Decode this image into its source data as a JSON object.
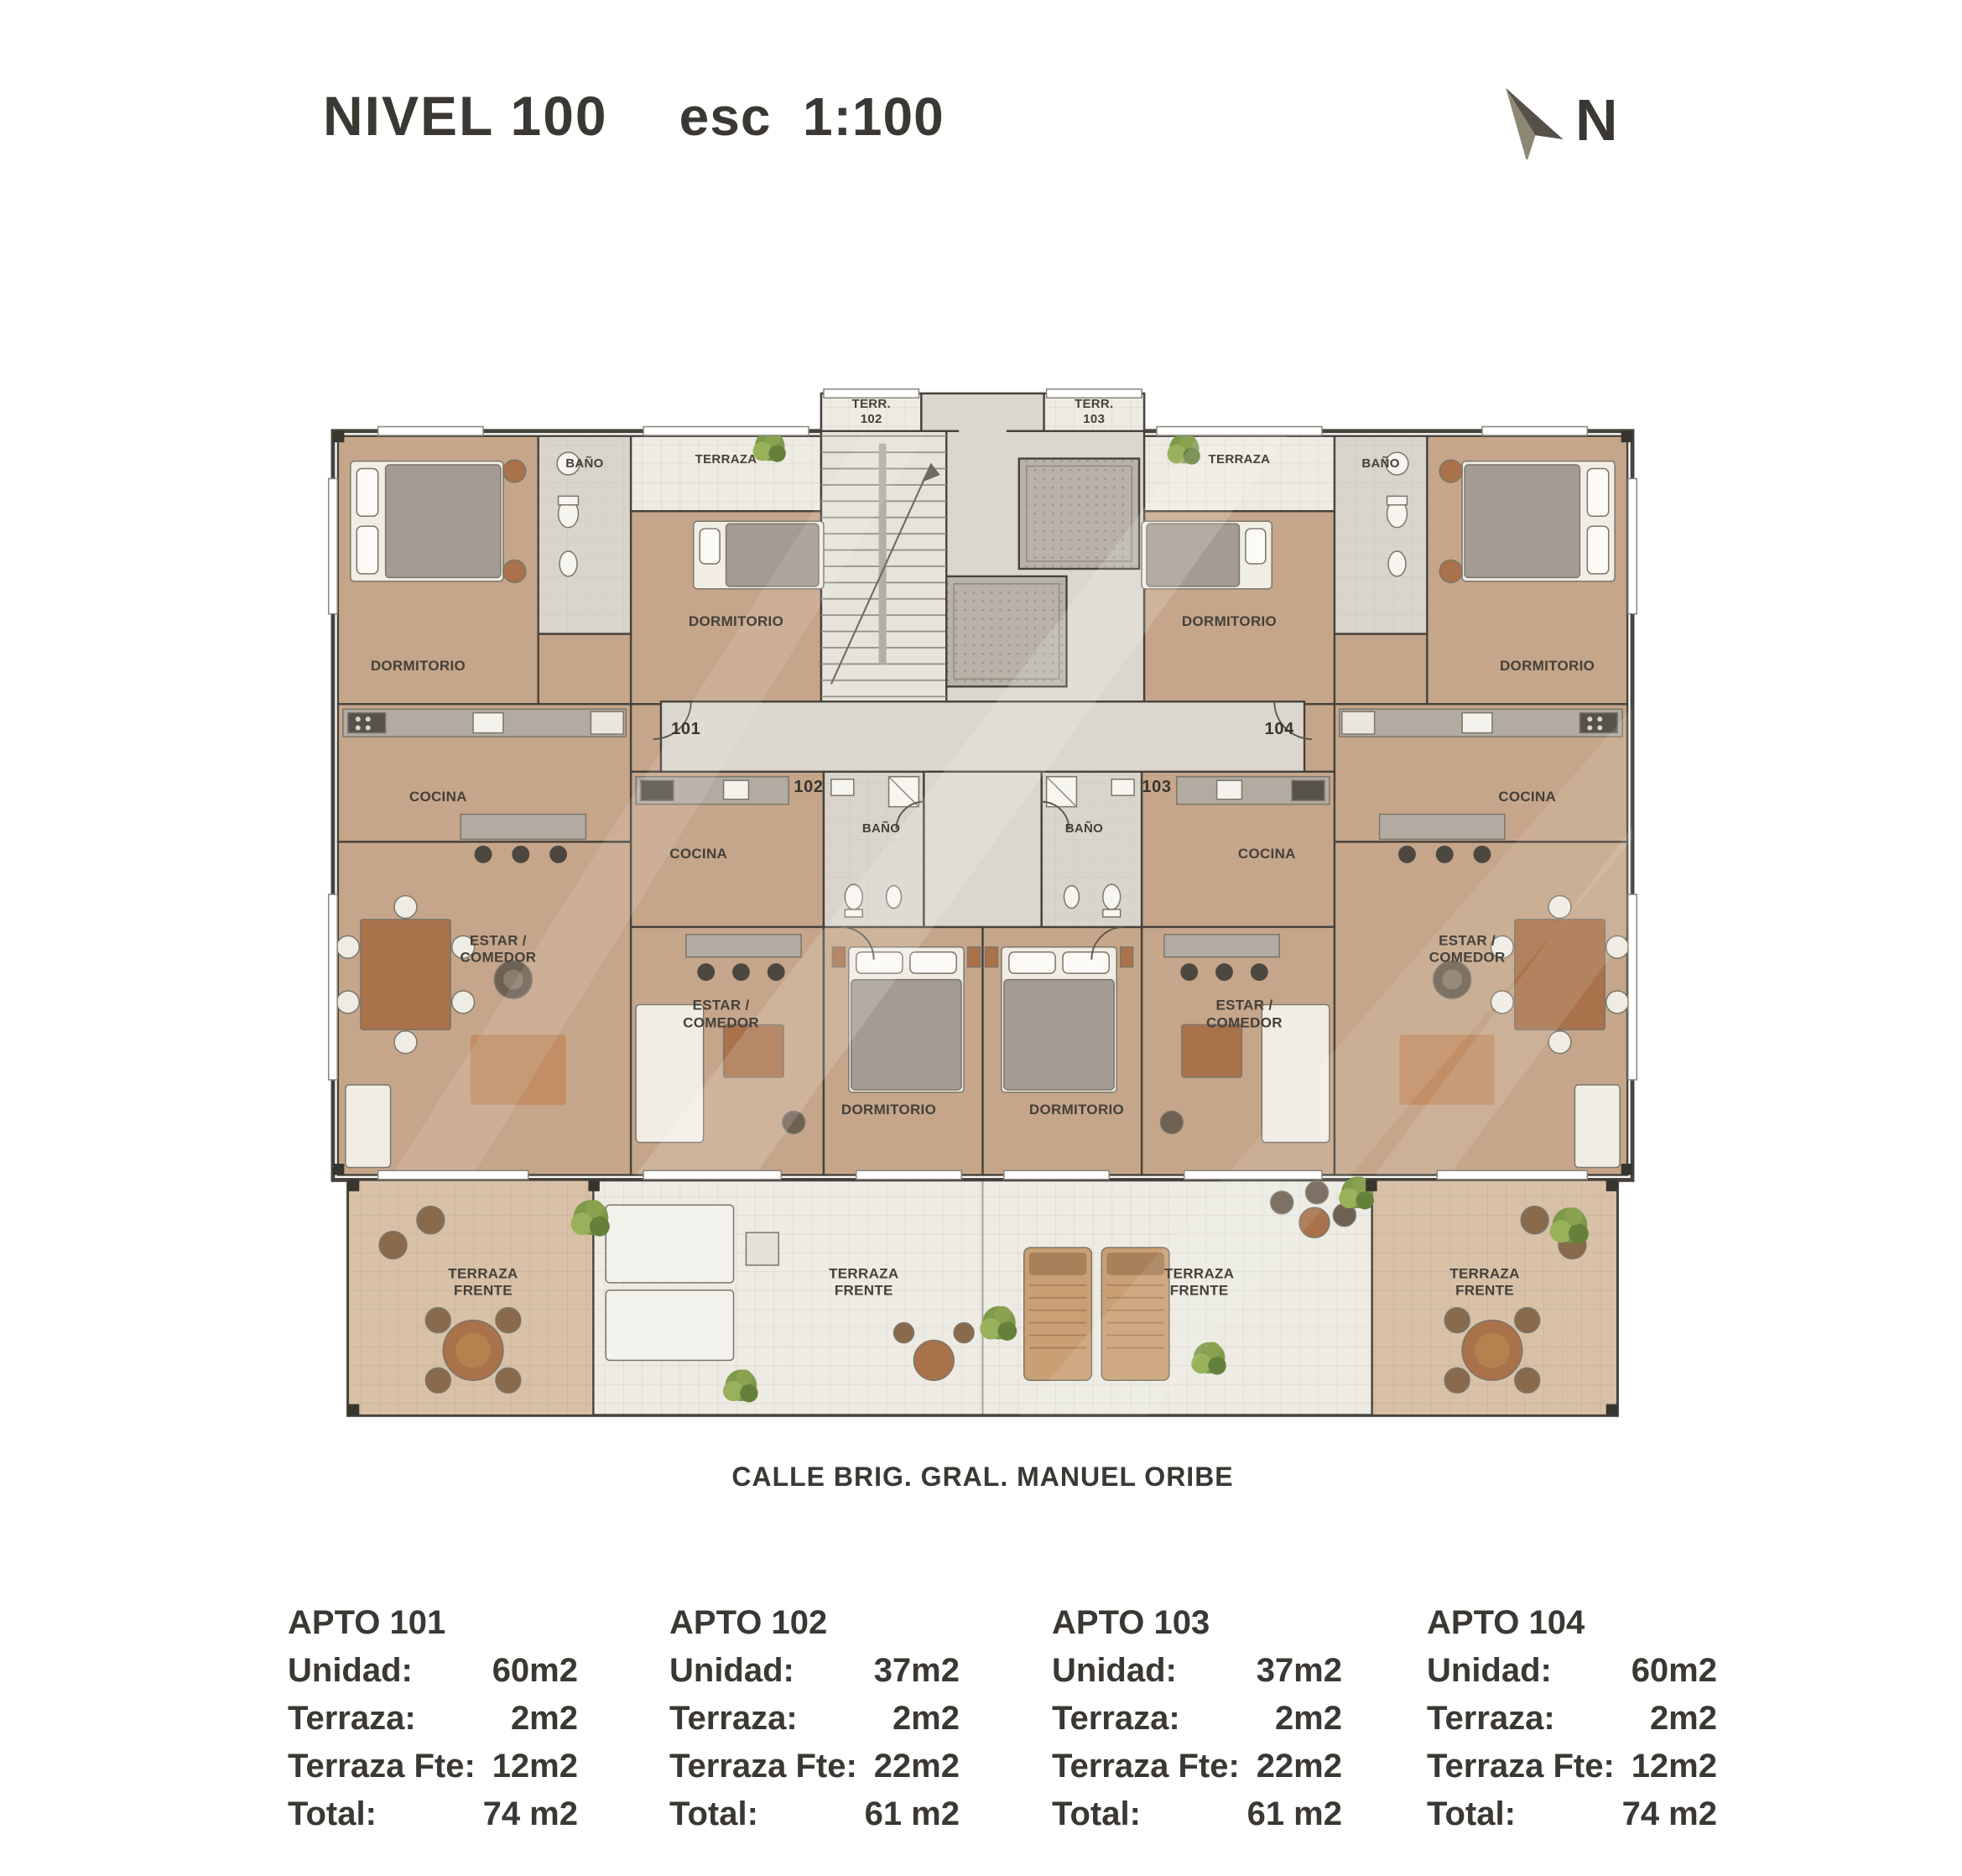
{
  "header": {
    "title": "NIVEL 100",
    "scale": "esc  1:100",
    "north": "N"
  },
  "plan": {
    "labels": {
      "dormitorio": "DORMITORIO",
      "bano": "BAÑO",
      "terraza": "TERRAZA",
      "cocina": "COCINA",
      "estar_1": "ESTAR /",
      "estar_2": "COMEDOR",
      "terraza_frente_1": "TERRAZA",
      "terraza_frente_2": "FRENTE",
      "terr": "TERR.",
      "unit_101": "101",
      "unit_102": "102",
      "unit_103": "103",
      "unit_104": "104"
    },
    "street": "CALLE BRIG. GRAL. MANUEL ORIBE"
  },
  "specs": [
    {
      "title": "APTO 101",
      "rows": [
        [
          "Unidad:",
          "60m2"
        ],
        [
          "Terraza:",
          "2m2"
        ],
        [
          "Terraza Fte:",
          "12m2"
        ],
        [
          "Total:",
          "74 m2"
        ]
      ]
    },
    {
      "title": "APTO 102",
      "rows": [
        [
          "Unidad:",
          "37m2"
        ],
        [
          "Terraza:",
          "2m2"
        ],
        [
          "Terraza Fte:",
          "22m2"
        ],
        [
          "Total:",
          "61 m2"
        ]
      ]
    },
    {
      "title": "APTO 103",
      "rows": [
        [
          "Unidad:",
          "37m2"
        ],
        [
          "Terraza:",
          "2m2"
        ],
        [
          "Terraza Fte:",
          "22m2"
        ],
        [
          "Total:",
          "61 m2"
        ]
      ]
    },
    {
      "title": "APTO  104",
      "rows": [
        [
          "Unidad:",
          "60m2"
        ],
        [
          "Terraza:",
          "2m2"
        ],
        [
          "Terraza Fte:",
          "12m2"
        ],
        [
          "Total:",
          "74 m2"
        ]
      ]
    }
  ],
  "colors": {
    "ink": "#3b3834",
    "wall": "#46423c",
    "wood": "#c6a68a",
    "core": "#dbd7ce",
    "bath": "#d9d5cc",
    "tile": "#edebe3",
    "tiletan": "#d8c1a7",
    "elev": "#b8b2a8",
    "counter": "#b2aba1",
    "brown": "#a9724b",
    "green": "#7d9a4b",
    "north": "#55514a"
  }
}
